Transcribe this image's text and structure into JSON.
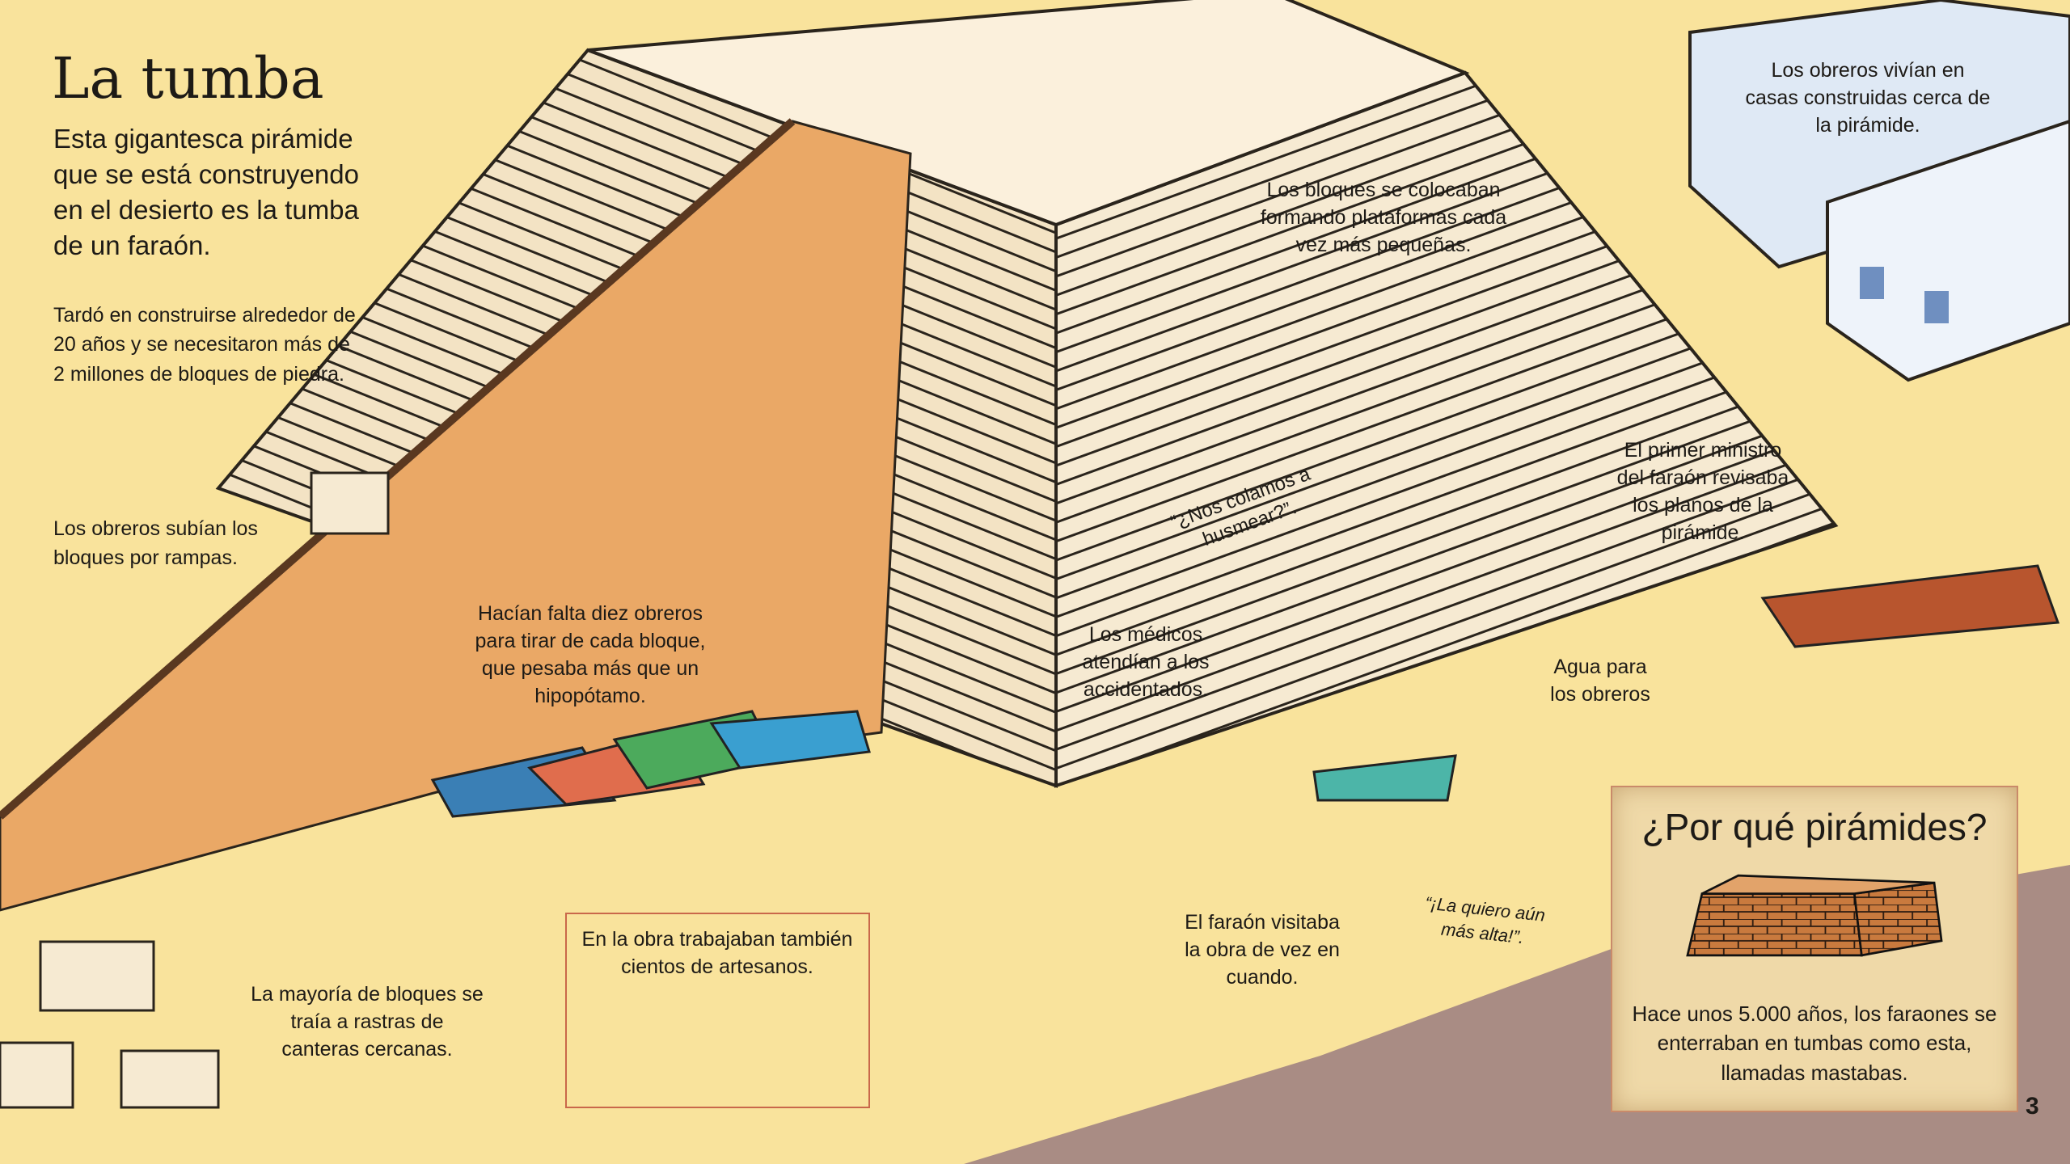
{
  "page": {
    "title": "La tumba",
    "intro": "Esta gigantesca pirámide que se está construyendo en el desierto es la tumba de un faraón.",
    "page_number": "3"
  },
  "captions": {
    "construction_time": "Tardó en construirse alrededor de 20 años y se necesitaron más de 2 millones de bloques de piedra.",
    "ramps": "Los obreros subían los bloques por rampas.",
    "ten_workers": "Hacían falta diez obreros para tirar de cada bloque, que pesaba más que un hipopótamo.",
    "platforms": "Los bloques se colocaban formando plataformas cada vez más pequeñas.",
    "houses": "Los obreros vivían en casas construidas cerca de la pirámide.",
    "minister": "El primer ministro del faraón revisaba los planos de la pirámide.",
    "sneak": "“¿Nos colamos a husmear?”.",
    "doctors": "Los médicos atendían a los accidentados.",
    "water": "Agua para los obreros",
    "artisans": "En la obra trabajaban también cientos de artesanos.",
    "quarries": "La mayoría de bloques se traía a rastras de canteras cercanas.",
    "pharaoh_visit": "El faraón visitaba la obra de vez en cuando.",
    "pharaoh_quote": "“¡La quiero aún más alta!”."
  },
  "info_box": {
    "title": "¿Por qué pirámides?",
    "body": "Hace unos 5.000 años, los faraones se enterraban en tumbas como esta, llamadas mastabas."
  },
  "colors": {
    "sand": "#f9e39c",
    "ramp": "#eaa866",
    "stone": "#f6ead2",
    "ground": "#a98c84",
    "house": "#dfe9f5"
  }
}
